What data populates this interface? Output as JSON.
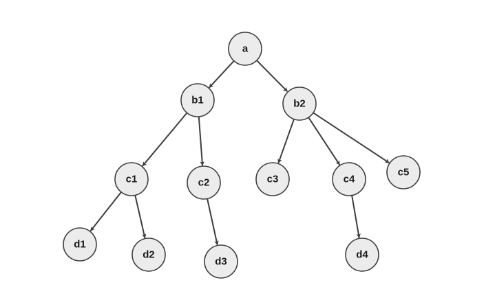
{
  "diagram": {
    "type": "tree",
    "nodes": [
      {
        "id": "a",
        "label": "a"
      },
      {
        "id": "b1",
        "label": "b1"
      },
      {
        "id": "b2",
        "label": "b2"
      },
      {
        "id": "c1",
        "label": "c1"
      },
      {
        "id": "c2",
        "label": "c2"
      },
      {
        "id": "c3",
        "label": "c3"
      },
      {
        "id": "c4",
        "label": "c4"
      },
      {
        "id": "c5",
        "label": "c5"
      },
      {
        "id": "d1",
        "label": "d1"
      },
      {
        "id": "d2",
        "label": "d2"
      },
      {
        "id": "d3",
        "label": "d3"
      },
      {
        "id": "d4",
        "label": "d4"
      }
    ],
    "edges": [
      {
        "from": "a",
        "to": "b1"
      },
      {
        "from": "a",
        "to": "b2"
      },
      {
        "from": "b1",
        "to": "c1"
      },
      {
        "from": "b1",
        "to": "c2"
      },
      {
        "from": "b2",
        "to": "c3"
      },
      {
        "from": "b2",
        "to": "c4"
      },
      {
        "from": "b2",
        "to": "c5"
      },
      {
        "from": "c1",
        "to": "d1"
      },
      {
        "from": "c1",
        "to": "d2"
      },
      {
        "from": "c2",
        "to": "d3"
      },
      {
        "from": "c4",
        "to": "d4"
      }
    ]
  }
}
